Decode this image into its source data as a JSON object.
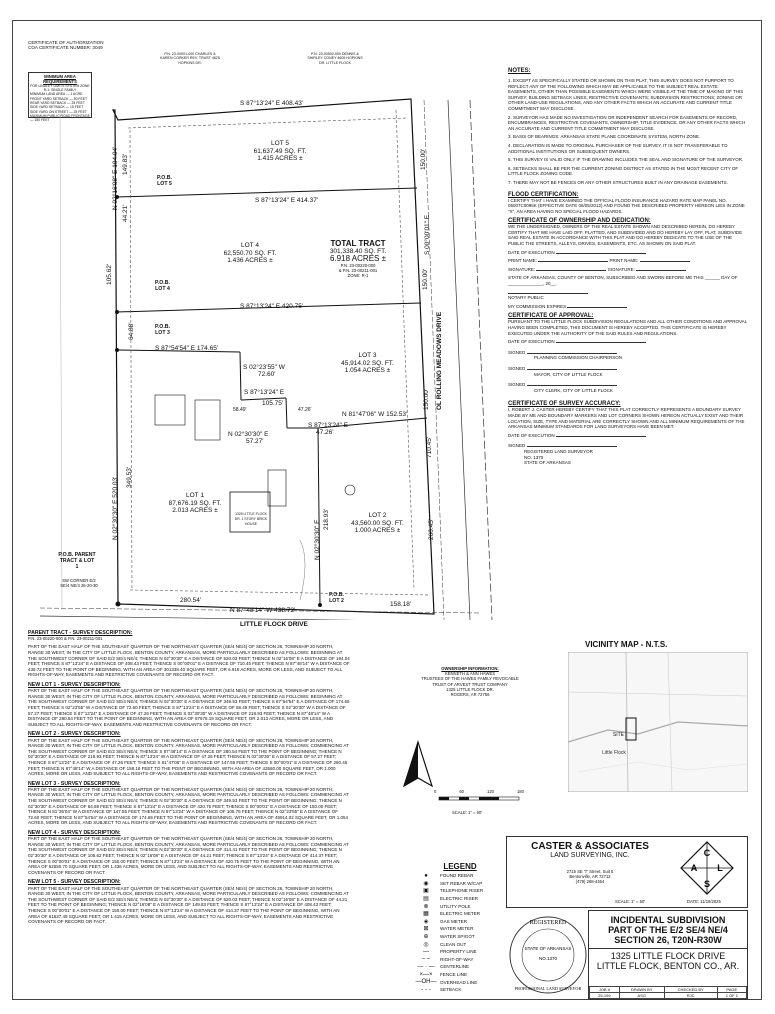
{
  "header": {
    "cert_auth": "CERTIFICATE OF AUTHORIZATION",
    "coa_cert": "COA CERTIFICATE NUMBER: 3049",
    "min_area_title": "MINIMUM AREA REQUIREMENTS",
    "min_area_sub": "FOR LINDLEY LIMITS SYSTEM ZONE R-1: SINGLE FAMILY",
    "min_rows": [
      "MINIMUM LAND AREA — 1 ACRE",
      "FRONT YARD SETBACK — 50 FEET",
      "REAR YARD SETBACK — 25 FEET",
      "SIDE YARD SETBACK — 15 FEET",
      "SIDE YARD ON STREET — 25 FEET",
      "MAXIMUM PUBLIC ROAD FRONTAGE — 150 FEET"
    ],
    "owner_top_left": "P.N. 23-00001-000 CHARLES & KAREN CORKER REV. TRUST 4625 HOPKINS DR.",
    "owner_top_right": "P.N. 23-00502-000 DENNIS & SHIRLEY CONEY 4605 HOPKINS DR. LITTLE FLOCK"
  },
  "plat": {
    "lot5": {
      "name": "LOT 5",
      "sqft": "61,637.49 SQ. FT.",
      "acres": "1.415 ACRES ±"
    },
    "lot4": {
      "name": "LOT 4",
      "sqft": "62,550.70 SQ. FT.",
      "acres": "1.436 ACRES ±"
    },
    "lot3": {
      "name": "LOT 3",
      "sqft": "45,914.02 SQ. FT.",
      "acres": "1.054 ACRES ±"
    },
    "lot1": {
      "name": "LOT 1",
      "sqft": "87,676.19 SQ. FT.",
      "acres": "2.013 ACRES ±"
    },
    "lot2": {
      "name": "LOT 2",
      "sqft": "43,560.00 SQ. FT.",
      "acres": "1.000 ACRES ±"
    },
    "total": {
      "name": "TOTAL TRACT",
      "sqft": "301,338.40 SQ. FT.",
      "acres": "6.918 ACRES ±",
      "pn1": "P.N. 23-00220-000",
      "pn2": "& P.N. 23-00211-001",
      "zone": "ZONE: R-1"
    },
    "dims": {
      "top": "S 87°13'24\" E  408.43'",
      "l5_bottom": "S 87°13'24\" E  414.37'",
      "l4_bottom": "S 87°13'24\" E  420.75'",
      "l3_top": "S 87°54'54\" E  174.65'",
      "l3_diag": "S 02°23'55\" W",
      "l3_diag_len": "72.60'",
      "l3_mid": "S 87°13'24\" E",
      "l3_105": "105.75'",
      "l3_5849": "58.49'",
      "l3_4726": "47.26'",
      "l3_right": "N 81°47'06\" W  152.53'",
      "l1_top": "N 02°30'30\" E",
      "l1_5727": "57.27'",
      "l2_top": "S 87°13'24\" E",
      "l2_4726": "47.26'",
      "l2_vert": "N 02°30'30\" E",
      "l2_218": "218.93'",
      "bottom": "N 87°48'14\" W  438.72'",
      "b_28054": "280.54'",
      "b_15818": "158.18'",
      "left_main": "N 02°30'30\" E  520.03'",
      "left_top": "N 02°16'08\" E  194.04'",
      "left_14983": "149.83'",
      "left_4421": "44.21'",
      "left_10562": "105.62'",
      "left_6488": "64.88'",
      "left_34953": "349.53'",
      "right_top": "S 00°00'01\" E",
      "right_150a": "150.00'",
      "right_150b": "150.00'",
      "right_150c": "150.00'",
      "right_710": "710.45'",
      "right_260": "260.45'"
    },
    "pob": {
      "lot5": "P.O.B. LOT 5",
      "lot4": "P.O.B. LOT 4",
      "lot3": "P.O.B. LOT 3",
      "lot2": "P.O.B. LOT 2",
      "parent": "P.O.B. PARENT TRACT & LOT 1",
      "sw": "SW CORNER E/2 SE/4 NE/4 26-20-30"
    },
    "road_right": "OL ROLLING MEADOWS DRIVE",
    "road_bottom": "LITTLE FLOCK DRIVE",
    "house_label": "1325 LITTLE FLOCK DR. 1 STORY BRICK HOUSE"
  },
  "parent_tract": {
    "heading": "PARENT TRACT - SURVEY DESCRIPTION:",
    "pn": "P.N. 23-00220-000 & P.N. 23-00211-001",
    "text": "PART OF THE EAST HALF OF THE SOUTHEAST QUARTER OF THE NORTHEAST QUARTER (SE/4 NE/4) OF SECTION 26, TOWNSHIP 20 NORTH, RANGE 30 WEST, IN THE CITY OF LITTLE FLOCK, BENTON COUNTY, ARKANSAS, MORE PARTICULARLY DESCRIBED AS FOLLOWS: BEGINNING AT THE SOUTHWEST CORNER OF SAID E/2 SE/4 NE/4; THENCE N 02°30'30\" E A DISTANCE OF 520.03 FEET; THENCE N 02°16'08\" E A DISTANCE OF 194.04 FEET; THENCE S 87°13'24\" E A DISTANCE OF 408.43 FEET; THENCE S 00°00'01\" E A DISTANCE OF 710.45 FEET; THENCE N 87°48'14\" W A DISTANCE OF 438.72 FEET TO THE POINT OF BEGINNING, WITH AN AREA OF 301338.40 SQUARE FEET, OR 6.918 ACRES, MORE OR LESS, AND SUBJECT TO ALL RIGHTS-OF-WAY, EASEMENTS AND RESTRICTIVE COVENANTS OF RECORD OR FACT."
  },
  "descriptions": [
    {
      "heading": "NEW LOT 1 - SURVEY DESCRIPTION:",
      "text": "PART OF THE EAST HALF OF THE SOUTHEAST QUARTER OF THE NORTHEAST QUARTER (SE/4 NE/4) OF SECTION 26, TOWNSHIP 20 NORTH, RANGE 30 WEST, IN THE CITY OF LITTLE FLOCK, BENTON COUNTY, ARKANSAS, MORE PARTICULARLY DESCRIBED AS FOLLOWS: BEGINNING AT THE SOUTHWEST CORNER OF SAID E/2 SE/4 NE/4; THENCE N 02°30'30\" E A DISTANCE OF 349.53 FEET; THENCE S 87°54'54\" E A DISTANCE OF 174.65 FEET; THENCE S 02°23'55\" W A DISTANCE OF 72.60 FEET; THENCE S 87°13'24\" E A DISTANCE OF 58.49 FEET; THENCE S 02°30'30\" W A DISTANCE OF 57.27 FEET; THENCE S 87°13'24\" E A DISTANCE OF 47.26 FEET; THENCE S 02°30'30\" W A DISTANCE OF 218.93 FEET; THENCE N 87°48'14\" W A DISTANCE OF 280.54 FEET TO THE POINT OF BEGINNING, WITH AN AREA OF 87676.19 SQUARE FEET, OR 2.013 ACRES, MORE OR LESS, AND SUBJECT TO ALL RIGHTS-OF-WAY, EASEMENTS AND RESTRICTIVE COVENANTS OF RECORD OR FACT."
    },
    {
      "heading": "NEW LOT 2 - SURVEY DESCRIPTION:",
      "text": "PART OF THE EAST HALF OF THE SOUTHEAST QUARTER OF THE NORTHEAST QUARTER (SE/4 NE/4) OF SECTION 26, TOWNSHIP 20 NORTH, RANGE 30 WEST, IN THE CITY OF LITTLE FLOCK, BENTON COUNTY, ARKANSAS, MORE PARTICULARLY DESCRIBED AS FOLLOWS: COMMENCING AT THE SOUTHWEST CORNER OF SAID E/2 SE/4 NE/4; THENCE S 87°48'14\" E A DISTANCE OF 280.54 FEET TO THE POINT OF BEGINNING; THENCE N 02°30'30\" E A DISTANCE OF 218.93 FEET; THENCE N 87°13'24\" W A DISTANCE OF 47.26 FEET; THENCE N 02°30'30\" E A DISTANCE OF 57.27 FEET; THENCE S 87°13'24\" E A DISTANCE OF 47.26 FEET; THENCE S 81°47'06\" E A DISTANCE OF 147.55 FEET; THENCE S 00°00'01\" E A DISTANCE OF 260.45 FEET; THENCE N 87°48'14\" W A DISTANCE OF 158.18 FEET TO THE POINT OF BEGINNING, WITH AN AREA OF 43560.00 SQUARE FEET, OR 1.000 ACRES, MORE OR LESS, AND SUBJECT TO ALL RIGHTS-OF-WAY, EASEMENTS AND RESTRICTIVE COVENANTS OF RECORD OR FACT."
    },
    {
      "heading": "NEW LOT 3 - SURVEY DESCRIPTION:",
      "text": "PART OF THE EAST HALF OF THE SOUTHEAST QUARTER OF THE NORTHEAST QUARTER (SE/4 NE/4) OF SECTION 26, TOWNSHIP 20 NORTH, RANGE 30 WEST, IN THE CITY OF LITTLE FLOCK, BENTON COUNTY, ARKANSAS, MORE PARTICULARLY DESCRIBED AS FOLLOWS: COMMENCING AT THE SOUTHWEST CORNER OF SAID E/2 SE/4 NE/4; THENCE N 02°30'30\" E A DISTANCE OF 349.53 FEET TO THE POINT OF BEGINNING; THENCE N 02°30'30\" E A DISTANCE OF 64.88 FEET; THENCE S 87°13'24\" E A DISTANCE OF 420.75 FEET; THENCE S 00°00'01\" E A DISTANCE OF 150.00 FEET; THENCE N 81°36'04\" W A DISTANCE OF 147.55 FEET; THENCE N 87°13'24\" W A DISTANCE OF 105.75 FEET; THENCE N 02°23'55\" E A DISTANCE OF 72.60 FEET; THENCE N 87°54'54\" W A DISTANCE OF 174.65 FEET TO THE POINT OF BEGINNING, WITH AN AREA OF 45914.02 SQUARE FEET, OR 1.054 ACRES, MORE OR LESS, AND SUBJECT TO ALL RIGHTS-OF-WAY, EASEMENTS AND RESTRICTIVE COVENANTS OF RECORD OR FACT."
    },
    {
      "heading": "NEW LOT 4 - SURVEY DESCRIPTION:",
      "text": "PART OF THE EAST HALF OF THE SOUTHEAST QUARTER OF THE NORTHEAST QUARTER (SE/4 NE/4) OF SECTION 26, TOWNSHIP 20 NORTH, RANGE 30 WEST, IN THE CITY OF LITTLE FLOCK, BENTON COUNTY, ARKANSAS, MORE PARTICULARLY DESCRIBED AS FOLLOWS: COMMENCING AT THE SOUTHWEST CORNER OF SAID E/2 SE/4 NE/4; THENCE N 02°30'30\" E A DISTANCE OF 414.41 FEET TO THE POINT OF BEGINNING; THENCE N 02°30'30\" E A DISTANCE OF 105.62 FEET; THENCE N 02°16'08\" E A DISTANCE OF 44.21 FEET; THENCE S 87°13'24\" E A DISTANCE OF 414.37 FEET; THENCE S 00°00'01\" E A DISTANCE OF 150.00 FEET; THENCE N 87°13'24\" W A DISTANCE OF 420.75 FEET TO THE POINT OF BEGINNING, WITH AN AREA OF 62550.70 SQUARE FEET, OR 1.436 ACRES, MORE OR LESS, AND SUBJECT TO ALL RIGHTS-OF-WAY, EASEMENTS AND RESTRICTIVE COVENANTS OF RECORD OR FACT."
    },
    {
      "heading": "NEW LOT 5 - SURVEY DESCRIPTION:",
      "text": "PART OF THE EAST HALF OF THE SOUTHEAST QUARTER OF THE NORTHEAST QUARTER (SE/4 NE/4) OF SECTION 26, TOWNSHIP 20 NORTH, RANGE 30 WEST, IN THE CITY OF LITTLE FLOCK, BENTON COUNTY, ARKANSAS, MORE PARTICULARLY DESCRIBED AS FOLLOWS: COMMENCING AT THE SOUTHWEST CORNER OF SAID E/2 SE/4 NE/4; THENCE N 02°30'30\" E A DISTANCE OF 520.03 FEET; THENCE N 02°16'08\" E A DISTANCE OF 44.21 FEET TO THE POINT OF BEGINNING; THENCE N 02°16'08\" E A DISTANCE OF 149.83 FEET; THENCE S 87°13'24\" E A DISTANCE OF 408.43 FEET; THENCE S 00°00'01\" E A DISTANCE OF 150.00 FEET; THENCE N 87°13'24\" W A DISTANCE OF 414.37 FEET TO THE POINT OF BEGINNING, WITH AN AREA OF 61637.49 SQUARE FEET, OR 1.415 ACRES, MORE OR LESS, AND SUBJECT TO ALL RIGHTS-OF-WAY, EASEMENTS AND RESTRICTIVE COVENANTS OF RECORD OR FACT."
    }
  ],
  "notes": {
    "title": "NOTES:",
    "items": [
      "1. EXCEPT AS SPECIFICALLY STATED OR SHOWN ON THIS PLAT, THIS SURVEY DOES NOT PURPORT TO REFLECT ANY OF THE FOLLOWING WHICH MAY BE APPLICABLE TO THE SUBJECT REAL ESTATE: EASEMENTS, OTHER THAN POSSIBLE EASEMENTS WHICH WERE VISIBLE AT THE TIME OF MAKING OF THIS SURVEY; BUILDING SETBACK LINES; RESTRICTIVE COVENANTS; SUBDIVISION RESTRICTIONS; ZONING OR OTHER LAND-USE REGULATIONS, AND ANY OTHER FACTS WHICH AN ACCURATE AND CURRENT TITLE COMMITMENT MAY DISCLOSE.",
      "2. SURVEYOR HAS MADE NO INVESTIGATION OR INDEPENDENT SEARCH FOR EASEMENTS OF RECORD, ENCUMBRANCES, RESTRICTIVE COVENANTS, OWNERSHIP, TITLE EVIDENCE, OR ANY OTHER FACTS WHICH AN ACCURATE AND CURRENT TITLE COMMITMENT MAY DISCLOSE.",
      "3. BASIS OF BEARINGS: ARKANSAS STATE PLANE COORDINATE SYSTEM, NORTH ZONE.",
      "4. DECLARATION IS MADE TO ORIGINAL PURCHASER OF THE SURVEY. IT IS NOT TRANSFERABLE TO ADDITIONAL INSTITUTIONS OR SUBSEQUENT OWNERS.",
      "5. THIS SURVEY IS VALID ONLY IF THE DRAWING INCLUDES THE SEAL AND SIGNATURE OF THE SURVEYOR.",
      "6. SETBACKS SHALL BE PER THE CURRENT ZONING DISTRICT AS STATED IN THE MOST RECENT CITY OF LITTLE FLOCK ZONING CODE.",
      "7. THERE MAY NOT BE FENCES OR ANY OTHER STRUCTURES BUILT IN ANY DRAINAGE EASEMENTS."
    ]
  },
  "flood": {
    "title": "FLOOD CERTIFICATION:",
    "text": "I CERTIFY THAT I HAVE EXAMINED THE OFFICIAL FLOOD INSURANCE HAZARD RATE MAP PANEL NO. 05007C0095K (EFFECTIVE DATE 06/05/2012) AND FOUND THE DESCRIBED PROPERTY HEREON LIES IN ZONE \"X\", AN AREA HAVING NO SPECIAL FLOOD HAZARDS."
  },
  "ownership": {
    "title": "CERTIFICATE OF OWNERSHIP AND DEDICATION:",
    "text": "WE THE UNDERSIGNED, OWNERS OF THE REAL ESTATE SHOWN AND DESCRIBED HEREIN, DO HEREBY CERTIFY THAT WE HAVE LAID OFF, PLATTED, AND SUBDIVIDED AND DO HEREBY LAY OFF, PLAT, SUBDIVIDE SAID REAL ESTATE IN ACCORDANCE WITH THIS PLAT AND DO HEREBY DEDICATE TO THE USE OF THE PUBLIC THE STREETS, ALLEYS, DRIVES, EASEMENTS, ETC. AS SHOWN ON SAID PLAT.",
    "date_label": "DATE OF EXECUTION",
    "print_name": "PRINT NAME:",
    "signature": "SIGNATURE:",
    "state_text": "STATE OF ARKANSAS, COUNTY OF BENTON, SUBSCRIBED AND SWORN BEFORE ME THIS ______ DAY OF ______________, 20__.",
    "notary": "NOTARY PUBLIC",
    "commission": "MY COMMISSION EXPIRES"
  },
  "approval": {
    "title": "CERTIFICATE OF APPROVAL:",
    "text": "PURSUANT TO THE LITTLE FLOCK SUBDIVISION REGULATIONS AND ALL OTHER CONDITIONS AND APPROVAL HAVING BEEN COMPLETED, THIS DOCUMENT IS HEREBY ACCEPTED. THIS CERTIFICATE IS HEREBY EXECUTED UNDER THE AUTHORITY OF THE SAID RULES AND REGULATIONS.",
    "date_label": "DATE OF EXECUTION",
    "signed": "SIGNED",
    "sig1": "PLANNING COMMISSION CHAIRPERSON",
    "sig2": "MAYOR, CITY OF LITTLE FLOCK",
    "sig3": "CITY CLERK, CITY OF LITTLE FLOCK"
  },
  "accuracy": {
    "title": "CERTIFICATE OF SURVEY ACCURACY:",
    "text": "I, ROBERT J. CASTER HEREBY CERTIFY THAT THIS PLAT CORRECTLY REPRESENTS A BOUNDARY SURVEY MADE BY ME AND BOUNDARY MARKERS AND LOT CORNERS SHOWN HEREON ACTUALLY EXIST AND THEIR LOCATION, SIZE, TYPE AND MATERIAL ARE CORRECTLY SHOWN AND ALL MINIMUM REQUIREMENTS OF THE ARKANSAS MINIMUM STANDARDS FOR LAND SURVEYORS HAVE BEEN MET.",
    "date_label": "DATE OF EXECUTION",
    "signed": "SIGNED",
    "rls": "REGISTERED LAND SURVEYOR",
    "no": "NO. 1370",
    "state": "STATE OF ARKANSAS"
  },
  "vicinity": {
    "title": "VICINITY MAP - N.T.S.",
    "site": "SITE",
    "town": "Little Flock"
  },
  "owner_info": {
    "title": "OWNERSHIP INFORMATION:",
    "name": "KENNETH & ANN HAWES",
    "line2": "TRUSTEES OF THE HAWES FAMILY REVOCABLE TRUST OF ARVEST TRUST COMPANY",
    "addr1": "1325 LITTLE FLOCK DR.",
    "addr2": "ROGERS, AR 72756"
  },
  "scale": {
    "ticks": [
      "0",
      "60",
      "120",
      "180"
    ],
    "label": "SCALE: 1\" = 60'"
  },
  "legend": {
    "title": "LEGEND",
    "items": [
      {
        "sym": "●",
        "label": "FOUND REBAR"
      },
      {
        "sym": "◉",
        "label": "SET REBAR W/CAP"
      },
      {
        "sym": "▣",
        "label": "TELEPHONE RISER"
      },
      {
        "sym": "▤",
        "label": "ELECTRIC RISER"
      },
      {
        "sym": "⊗",
        "label": "UTILITY POLE"
      },
      {
        "sym": "▦",
        "label": "ELECTRIC METER"
      },
      {
        "sym": "◈",
        "label": "GAS METER"
      },
      {
        "sym": "⊠",
        "label": "WATER METER"
      },
      {
        "sym": "⊕",
        "label": "WATER SPIGOT"
      },
      {
        "sym": "◎",
        "label": "CLEAN OUT"
      },
      {
        "sym": "—",
        "label": "PROPERTY LINE"
      },
      {
        "sym": "– –",
        "label": "RIGHT-OF-WAY"
      },
      {
        "sym": "— · —",
        "label": "CENTERLINE"
      },
      {
        "sym": "×—×",
        "label": "FENCE LINE"
      },
      {
        "sym": "—OH—",
        "label": "OVERHEAD LINE"
      },
      {
        "sym": "- - -",
        "label": "SETBACK"
      }
    ]
  },
  "company": {
    "name": "CASTER & ASSOCIATES",
    "sub": "LAND SURVEYING, INC.",
    "addr1": "2715 SE \"I\" Street, Suit 5",
    "addr2": "Bentonville, AR 72712",
    "phone": "(479) 268-4464",
    "logo": [
      "C",
      "A",
      "L",
      "S"
    ],
    "scale": "SCALE: 1\" = 60'",
    "date": "DATE: 11/19/2025"
  },
  "title": {
    "l1": "INCIDENTAL SUBDIVISION",
    "l2": "PART OF THE E/2 SE/4 NE/4",
    "l3": "SECTION 26, T20N-R30W",
    "l4": "1325 LITTLE FLOCK DRIVE",
    "l5": "LITTLE FLOCK, BENTON CO., AR."
  },
  "job_grid": {
    "headers": [
      "JOB #",
      "DRAWN BY",
      "CHECKED BY",
      "PAGE"
    ],
    "values": [
      "25-199",
      "ASG",
      "RJC",
      "1 OF 1"
    ]
  },
  "seal": {
    "top": "REGISTERED",
    "state": "STATE OF ARKANSAS",
    "no": "NO.1370",
    "ring": "PROFESSIONAL LAND SURVEYOR"
  }
}
